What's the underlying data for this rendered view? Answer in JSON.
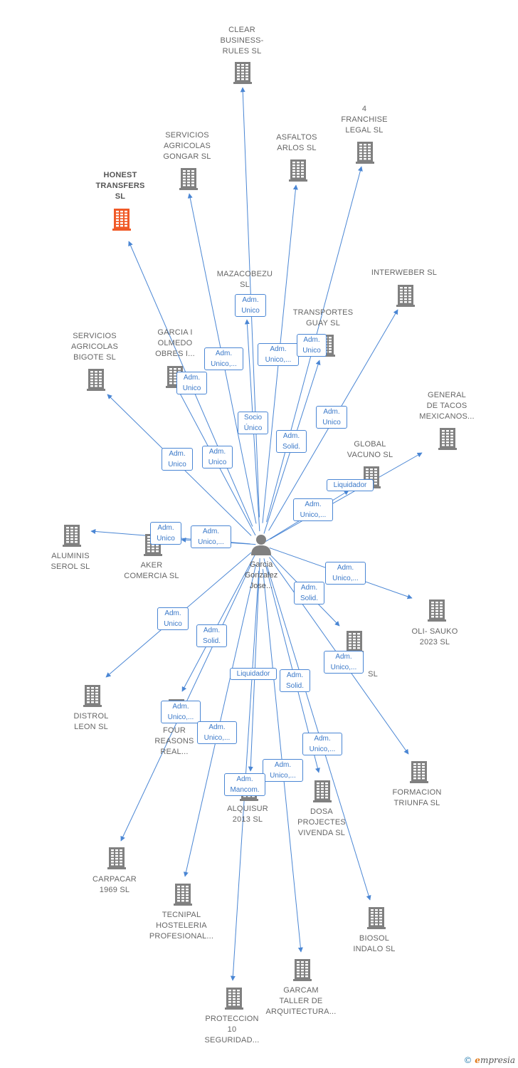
{
  "colors": {
    "line": "#4a86d4",
    "building": "#808080",
    "highlight": "#f05a28",
    "label": "#666666"
  },
  "center": {
    "label": "Garcia\nGonzalez\nJose...",
    "icon": "person-icon"
  },
  "nodes": [
    {
      "id": "clear",
      "label": "CLEAR\nBUSINESS-\nRULES  SL"
    },
    {
      "id": "franchise",
      "label": "4\nFRANCHISE\nLEGAL  SL"
    },
    {
      "id": "gongar",
      "label": "SERVICIOS\nAGRICOLAS\nGONGAR  SL"
    },
    {
      "id": "asfaltos",
      "label": "ASFALTOS\nARLOS SL"
    },
    {
      "id": "honest",
      "label": "HONEST\nTRANSFERS\nSL",
      "highlight": true
    },
    {
      "id": "mazacobezu",
      "label": "MAZACOBEZU\nSL"
    },
    {
      "id": "interweber",
      "label": "INTERWEBER SL"
    },
    {
      "id": "transportes",
      "label": "TRANSPORTES\nGUAY SL"
    },
    {
      "id": "bigote",
      "label": "SERVICIOS\nAGRICOLAS\nBIGOTE  SL"
    },
    {
      "id": "olmedo",
      "label": "GARCIA I\nOLMEDO\nOBRES I..."
    },
    {
      "id": "tacos",
      "label": "GENERAL\nDE TACOS\nMEXICANOS..."
    },
    {
      "id": "vacuno",
      "label": "GLOBAL\nVACUNO  SL"
    },
    {
      "id": "aluminis",
      "label": "ALUMINIS\nSEROL  SL"
    },
    {
      "id": "aker",
      "label": "AKER\nCOMERCIA  SL"
    },
    {
      "id": "olisauko",
      "label": "OLI- SAUKO\n2023  SL"
    },
    {
      "id": "sl_hidden",
      "label": "SL"
    },
    {
      "id": "distrol",
      "label": "DISTROL\nLEON SL"
    },
    {
      "id": "fourreasons",
      "label": "FOUR\nREASONS\nREAL..."
    },
    {
      "id": "formacion",
      "label": "FORMACION\nTRIUNFA  SL"
    },
    {
      "id": "alquisur",
      "label": "ALQUISUR\n2013  SL"
    },
    {
      "id": "dosa",
      "label": "DOSA\nPROJECTES\nVIVENDA  SL"
    },
    {
      "id": "carpacar",
      "label": "CARPACAR\n1969  SL"
    },
    {
      "id": "tecnipal",
      "label": "TECNIPAL\nHOSTELERIA\nPROFESIONAL..."
    },
    {
      "id": "biosol",
      "label": "BIOSOL\nINDALO  SL"
    },
    {
      "id": "garcam",
      "label": "GARCAM\nTALLER DE\nARQUITECTURA..."
    },
    {
      "id": "proteccion",
      "label": "PROTECCION\n10\nSEGURIDAD..."
    }
  ],
  "relations": [
    {
      "label": "Adm.\nUnico"
    },
    {
      "label": "Adm.\nUnico,..."
    },
    {
      "label": "Adm.\nUnico,..."
    },
    {
      "label": "Adm.\nUnico"
    },
    {
      "label": "Adm.\nUnico"
    },
    {
      "label": "Socio\nÚnico"
    },
    {
      "label": "Adm.\nUnico"
    },
    {
      "label": "Adm.\nSolid."
    },
    {
      "label": "Adm.\nUnico"
    },
    {
      "label": "Adm.\nUnico"
    },
    {
      "label": "Liquidador"
    },
    {
      "label": "Adm.\nUnico,..."
    },
    {
      "label": "Adm.\nUnico"
    },
    {
      "label": "Adm.\nUnico,..."
    },
    {
      "label": "Adm.\nUnico,..."
    },
    {
      "label": "Adm.\nSolid."
    },
    {
      "label": "Adm.\nUnico"
    },
    {
      "label": "Adm.\nSolid."
    },
    {
      "label": "Adm.\nUnico,..."
    },
    {
      "label": "Liquidador"
    },
    {
      "label": "Adm.\nSolid."
    },
    {
      "label": "Adm.\nUnico,..."
    },
    {
      "label": "Adm.\nUnico,..."
    },
    {
      "label": "Adm.\nUnico,..."
    },
    {
      "label": "Adm.\nUnico,..."
    },
    {
      "label": "Adm.\nMancom."
    }
  ],
  "footer": {
    "copyright_symbol": "©",
    "brand_initial": "e",
    "brand_rest": "mpresia"
  }
}
